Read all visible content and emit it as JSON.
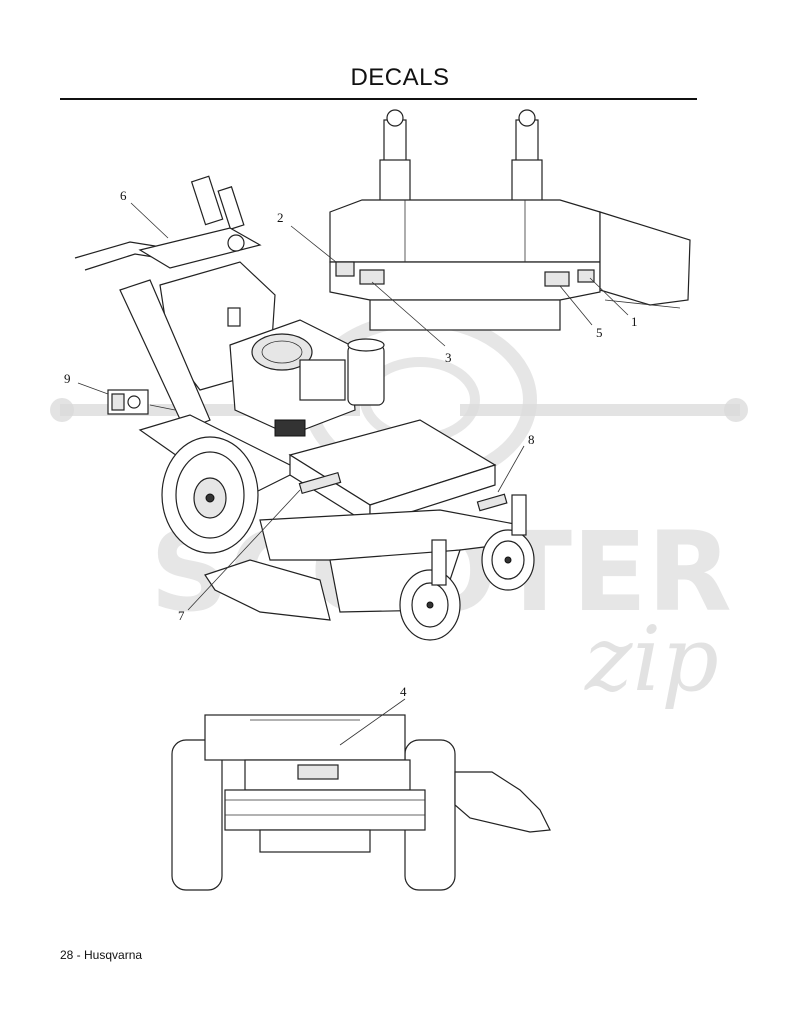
{
  "page": {
    "title": "DECALS",
    "footer": "28 - Husqvarna"
  },
  "callouts": [
    "1",
    "2",
    "3",
    "4",
    "5",
    "6",
    "7",
    "8",
    "9"
  ],
  "watermark": {
    "text": "SCOOTER",
    "script": "zip"
  }
}
